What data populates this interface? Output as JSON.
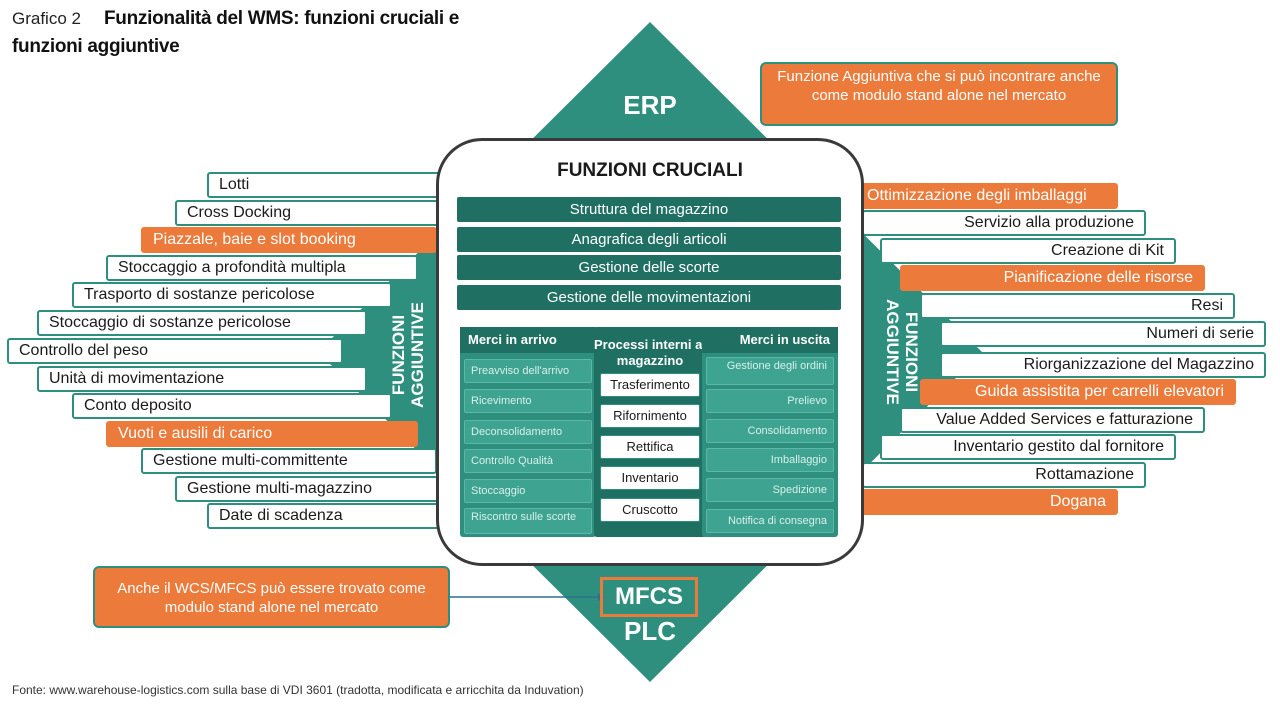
{
  "title": {
    "prefix": "Grafico 2",
    "main_line1": "Funzionalità del WMS: funzioni cruciali e",
    "main_line2": "funzioni aggiuntive"
  },
  "diamond": {
    "top": "ERP",
    "bottom_box": "MFCS",
    "bottom": "PLC",
    "left_line1": "FUNZIONI",
    "left_line2": "AGGIUNTIVE",
    "right_line1": "FUNZIONI",
    "right_line2": "AGGIUNTIVE"
  },
  "callouts": {
    "top_right": "Funzione Aggiuntiva che si può incontrare anche come modulo stand alone nel mercato",
    "bottom_left": "Anche il WCS/MFCS può essere trovato come modulo stand alone nel mercato"
  },
  "center": {
    "title": "FUNZIONI CRUCIALI",
    "functions": [
      "Struttura del magazzino",
      "Anagrafica degli articoli",
      "Gestione delle scorte",
      "Gestione delle movimentazioni"
    ],
    "inbound": {
      "header": "Merci in arrivo",
      "items": [
        "Preavviso dell'arrivo",
        "Ricevimento",
        "Deconsolidamento",
        "Controllo Qualità",
        "Stoccaggio",
        "Riscontro sulle scorte"
      ]
    },
    "internal": {
      "header": "Processi interni al magazzino",
      "items": [
        "Trasferimento",
        "Rifornimento",
        "Rettifica",
        "Inventario",
        "Cruscotto"
      ]
    },
    "outbound": {
      "header": "Merci in uscita",
      "items": [
        "Gestione degli ordini",
        "Prelievo",
        "Consolidamento",
        "Imballaggio",
        "Spedizione",
        "Notifica di consegna"
      ]
    }
  },
  "left_functions": [
    {
      "label": "Lotti",
      "highlight": false
    },
    {
      "label": "Cross Docking",
      "highlight": false
    },
    {
      "label": "Piazzale, baie e slot booking",
      "highlight": true
    },
    {
      "label": "Stoccaggio a profondità multipla",
      "highlight": false
    },
    {
      "label": "Trasporto di sostanze pericolose",
      "highlight": false
    },
    {
      "label": "Stoccaggio di sostanze pericolose",
      "highlight": false
    },
    {
      "label": "Controllo del peso",
      "highlight": false
    },
    {
      "label": "Unità di movimentazione",
      "highlight": false
    },
    {
      "label": "Conto deposito",
      "highlight": false
    },
    {
      "label": "Vuoti e ausili di carico",
      "highlight": true
    },
    {
      "label": "Gestione multi-committente",
      "highlight": false
    },
    {
      "label": "Gestione multi-magazzino",
      "highlight": false
    },
    {
      "label": "Date di scadenza",
      "highlight": false
    }
  ],
  "right_functions": [
    {
      "label": "Ottimizzazione degli imballaggi",
      "highlight": true
    },
    {
      "label": "Servizio alla produzione",
      "highlight": false
    },
    {
      "label": "Creazione di Kit",
      "highlight": false
    },
    {
      "label": "Pianificazione delle risorse",
      "highlight": true
    },
    {
      "label": "Resi",
      "highlight": false
    },
    {
      "label": "Numeri di serie",
      "highlight": false
    },
    {
      "label": "Riorganizzazione del Magazzino",
      "highlight": false
    },
    {
      "label": "Guida assistita per carrelli elevatori",
      "highlight": true
    },
    {
      "label": "Value Added Services e fatturazione",
      "highlight": false
    },
    {
      "label": "Inventario gestito dal fornitore",
      "highlight": false
    },
    {
      "label": "Rottamazione",
      "highlight": false
    },
    {
      "label": "Dogana",
      "highlight": true
    }
  ],
  "colors": {
    "teal": "#2f8f7f",
    "dark_teal": "#1f6f63",
    "orange": "#ec7a3a"
  },
  "footer": "Fonte: www.warehouse-logistics.com sulla base di VDI 3601 (tradotta, modificata e arricchita da Induvation)"
}
